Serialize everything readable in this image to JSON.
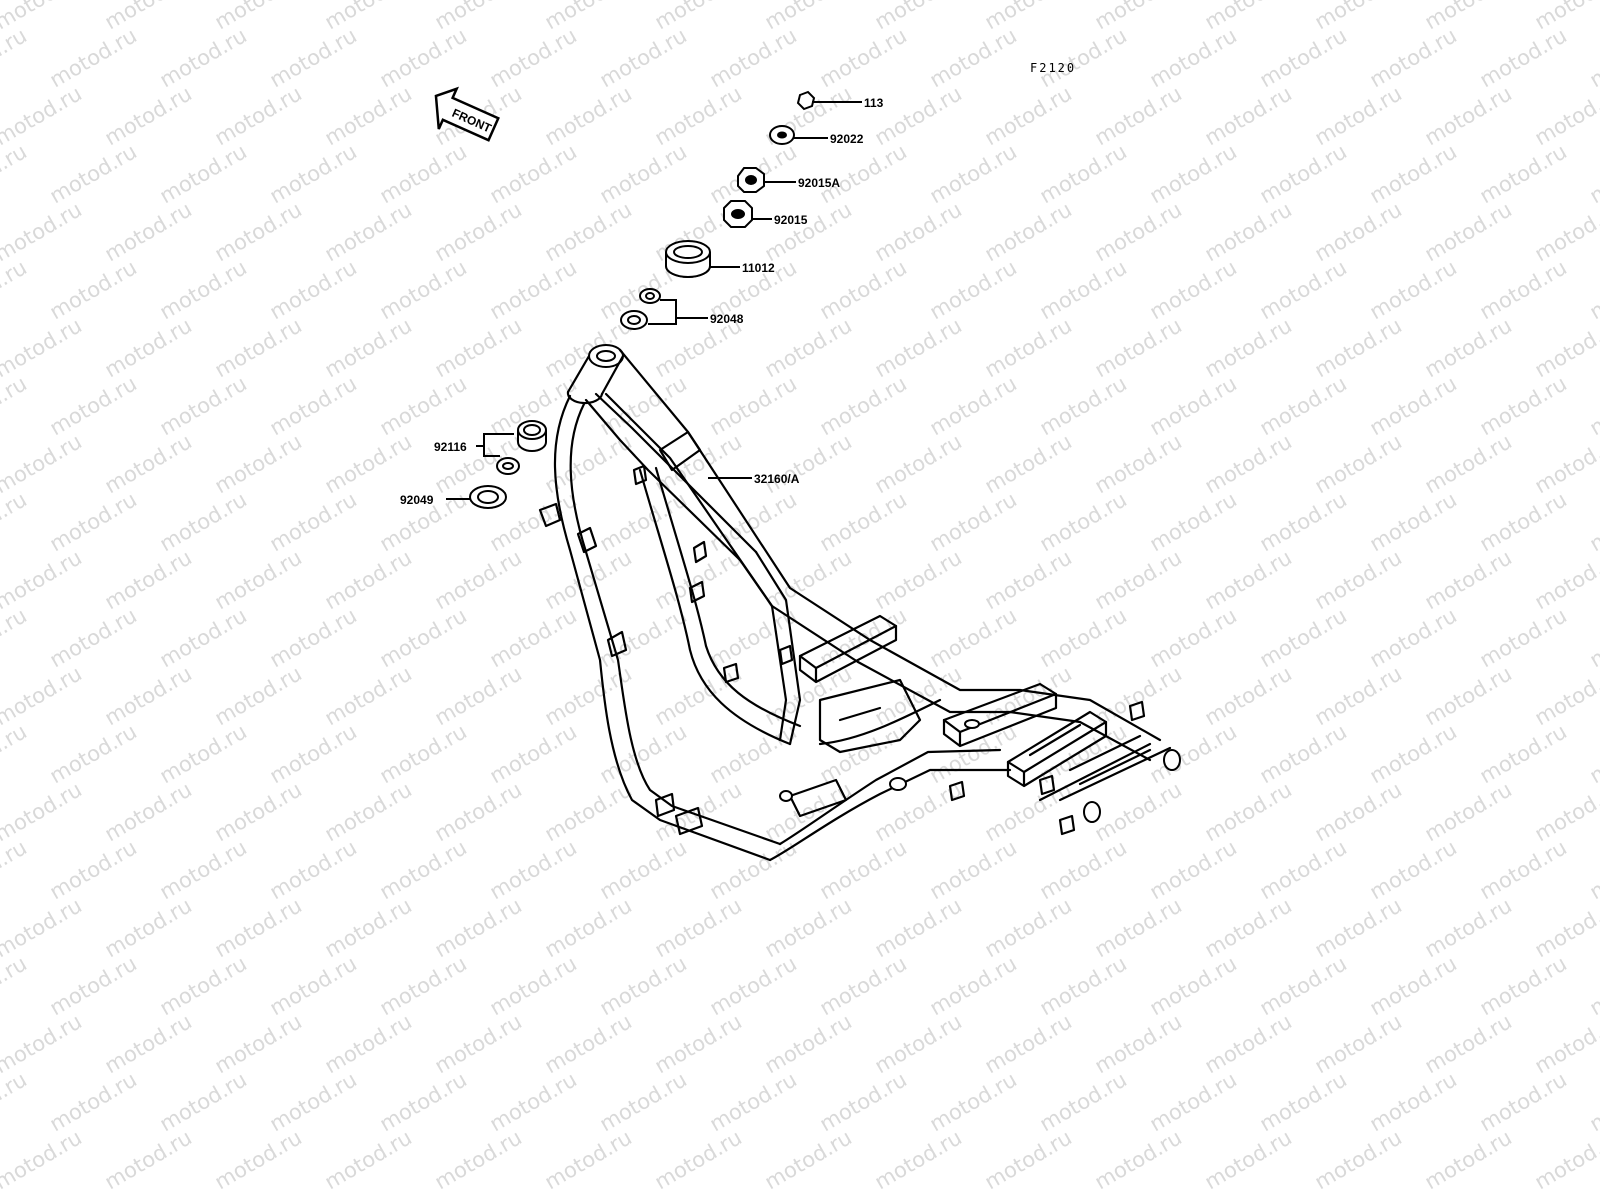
{
  "watermark": "motod.ru",
  "figure_code": "F2120",
  "front_arrow_label": "FRONT",
  "parts": [
    {
      "id": "bolt",
      "number": "113"
    },
    {
      "id": "washer",
      "number": "92022"
    },
    {
      "id": "nut-upper",
      "number": "92015A"
    },
    {
      "id": "nut-lower",
      "number": "92015"
    },
    {
      "id": "cap",
      "number": "11012"
    },
    {
      "id": "bearing-upper",
      "number": "92048"
    },
    {
      "id": "bearing-lower",
      "number": "92116"
    },
    {
      "id": "seal",
      "number": "92049"
    },
    {
      "id": "frame",
      "number": "32160/A"
    }
  ]
}
